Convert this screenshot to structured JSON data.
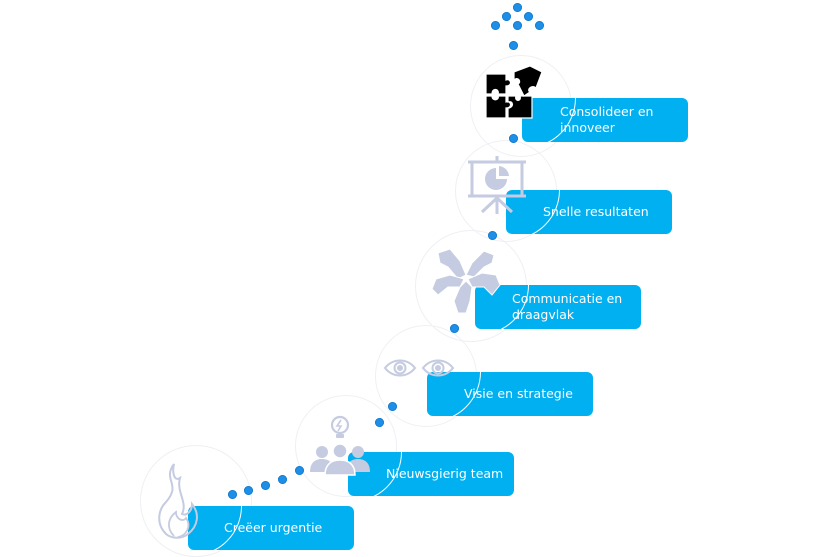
{
  "diagram": {
    "type": "staircase-steps",
    "colors": {
      "box": "#00b0f0",
      "box_text": "#ffffff",
      "dots": "#1e8fe8",
      "icons_light": "#c5cbe0",
      "icon_dark": "#000000"
    },
    "steps": [
      {
        "label": "Creëer urgentie",
        "icon": "flame-icon"
      },
      {
        "label": "Nieuwsgierig team",
        "icon": "team-idea-icon"
      },
      {
        "label": "Visie en strategie",
        "icon": "eyes-icon"
      },
      {
        "label": "Communicatie en draagvlak",
        "icon": "hands-icon"
      },
      {
        "label": "Snelle resultaten",
        "icon": "presentation-chart-icon"
      },
      {
        "label": "Consolideer en innoveer",
        "icon": "puzzle-icon"
      }
    ],
    "top_arrow": "dotted-arrow-up-icon"
  }
}
